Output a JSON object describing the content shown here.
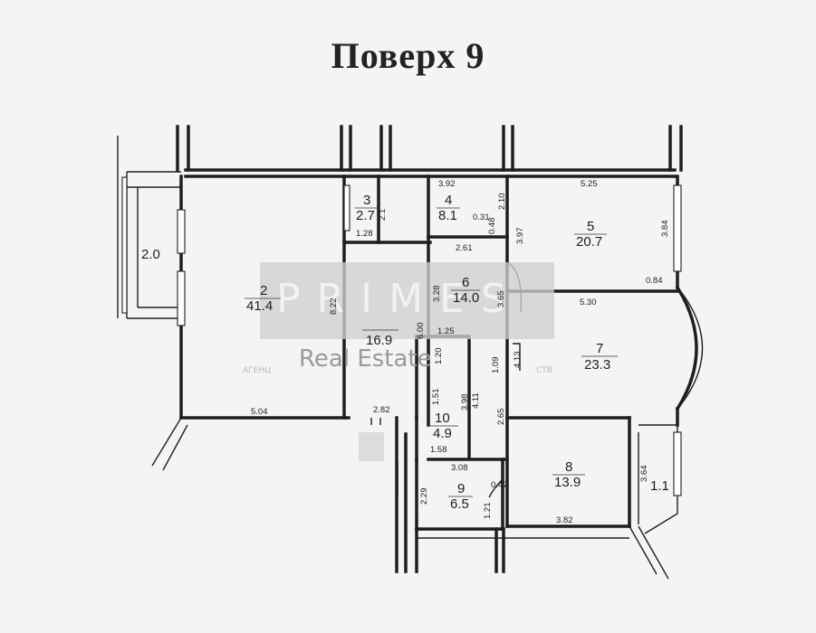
{
  "title": "Поверх   9",
  "rooms": [
    {
      "id": "2",
      "number": "2",
      "area": "41.4"
    },
    {
      "id": "3",
      "number": "3",
      "area": "2.7"
    },
    {
      "id": "4",
      "number": "4",
      "area": "8.1"
    },
    {
      "id": "5",
      "number": "5",
      "area": "20.7"
    },
    {
      "id": "6",
      "number": "6",
      "area": "14.0"
    },
    {
      "id": "7",
      "number": "7",
      "area": "23.3"
    },
    {
      "id": "8",
      "number": "8",
      "area": "13.9"
    },
    {
      "id": "9",
      "number": "9",
      "area": "6.5"
    },
    {
      "id": "10",
      "number": "10",
      "area": "4.9"
    },
    {
      "id": "hall",
      "area": "16.9"
    },
    {
      "id": "balcony-left",
      "area": "2.0"
    },
    {
      "id": "balcony-right",
      "area": "1.1"
    }
  ],
  "dimensions": {
    "d392": "3.92",
    "d525": "5.25",
    "d210": "2.10",
    "d384": "3.84",
    "d031": "0.31",
    "d048": "0.48",
    "d397": "3.97",
    "d128": "1.28",
    "d261": "2.61",
    "d21": "2.1",
    "d822": "8.22",
    "d328": "3.28",
    "d365": "3.65",
    "d084": "0.84",
    "d530": "5.30",
    "d600": "6.00",
    "d125": "1.25",
    "d120": "1.20",
    "d109": "1.09",
    "d413": "4.13",
    "d151": "1.51",
    "d398": "3.98",
    "d411": "4.11",
    "d504": "5.04",
    "d282": "2.82",
    "d265": "2.65",
    "d158": "1.58",
    "d308": "3.08",
    "d047": "0.47",
    "d229": "2.29",
    "d121": "1.21",
    "d382": "3.82",
    "d364": "3.64"
  },
  "watermark": {
    "logo": "PRIMES",
    "text": "Real Estate",
    "left_small": "АГЕНЦ",
    "right_small": "СТВ"
  }
}
